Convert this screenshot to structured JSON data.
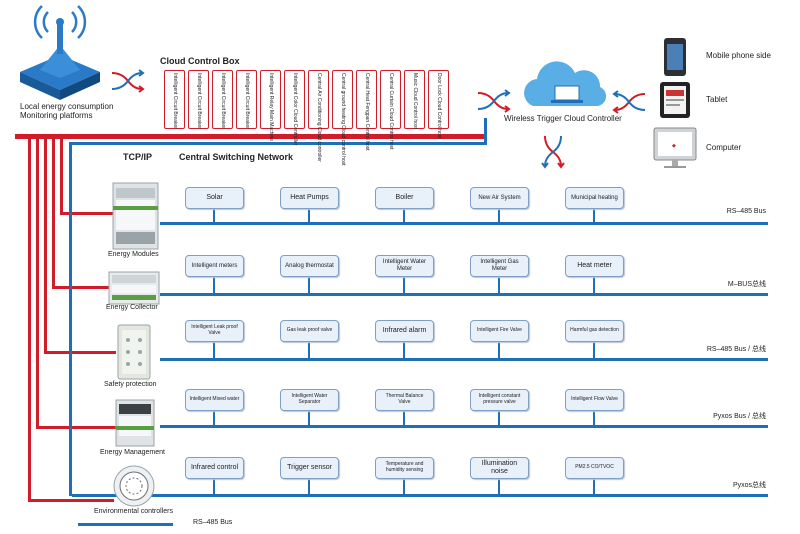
{
  "left_platform": {
    "label_line1": "Local energy consumption",
    "label_line2": "Monitoring platforms"
  },
  "cloud_box": {
    "title": "Cloud Control Box",
    "cards": [
      "Intelligent Circuit Breaker",
      "Intelligent Circuit Breaker",
      "Intelligent Circuit Breaker",
      "Intelligent Circuit Breaker",
      "Intelligent Relay Main Machine",
      "Intelligent Color Cloud Controller",
      "Central Air Conditioning Cloud controller",
      "Central ground heating Cloud control host",
      "Central Heat Fengpan Control host",
      "Central Curtain Cloud Control host",
      "Music Cloud Control host",
      "Door Lock Cloud Control host"
    ]
  },
  "wireless_label": "Wireless Trigger Cloud Controller",
  "clients": {
    "mobile": "Mobile phone side",
    "tablet": "Tablet",
    "computer": "Computer"
  },
  "network": {
    "tcpip": "TCP/IP",
    "central": "Central Switching Network"
  },
  "rows": [
    {
      "device": "Energy Modules",
      "bus": "RS–485 Bus",
      "items": [
        "Solar",
        "Heat Pumps",
        "Boiler",
        "New Air System",
        "Municipal heating"
      ]
    },
    {
      "device": "Energy Collector",
      "bus": "M–BUS总线",
      "items": [
        "Intelligent meters",
        "Analog thermostat",
        "Intelligent Water Meter",
        "Intelligent Gas Meter",
        "Heat meter"
      ]
    },
    {
      "device": "Safety protection",
      "bus": "RS–485 Bus / 总线",
      "items": [
        "Intelligent Leak proof Valve",
        "Gas leak proof valve",
        "Infrared alarm",
        "Intelligent Fire Valve",
        "Harmful gas detection"
      ]
    },
    {
      "device": "Energy Management",
      "bus": "Pyxos Bus / 总线",
      "items": [
        "Intelligent Mixed water",
        "Intelligent Water Separator",
        "Thermal Balance Valve",
        "Intelligent constant pressure valve",
        "Intelligent Flow Valve"
      ]
    },
    {
      "device": "Environmental controllers",
      "bus": "Pyxos总线",
      "items": [
        "Infrared control",
        "Trigger sensor",
        "Temperature and humidity sensing",
        "Illumination noise",
        "PM2.5 CO/TVOC"
      ]
    }
  ],
  "legend": "RS–485 Bus",
  "colors": {
    "bus_blue": "#1f6fb8",
    "link_red": "#d11d2a",
    "box_fill": "#e8f0fa"
  },
  "icons": [
    "wireless-tower-icon",
    "cloud-laptop-icon",
    "smartphone-icon",
    "tablet-icon",
    "monitor-icon",
    "sync-arrows-icon"
  ]
}
